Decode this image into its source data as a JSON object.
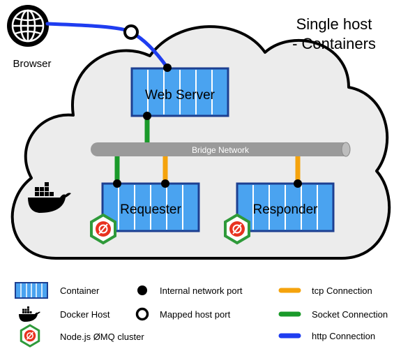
{
  "title_lines": [
    "Single host",
    "- Containers"
  ],
  "browser_label": "Browser",
  "bridge_label": "Bridge Network",
  "containers": {
    "web_server": "Web Server",
    "requester": "Requester",
    "responder": "Responder"
  },
  "legend": {
    "container": "Container",
    "docker_host": "Docker Host",
    "nodejs_cluster": "Node.js ØMQ cluster",
    "internal_port": "Internal network port",
    "mapped_port": "Mapped host port",
    "tcp": "tcp Connection",
    "socket": "Socket Connection",
    "http": "http Connection"
  },
  "colors": {
    "container_fill": "#4aa3f0",
    "container_border": "#1d3f91",
    "cloud_fill": "#ececec",
    "bridge": "#9a9a9a",
    "tcp": "#f5a30c",
    "socket": "#1a9a2a",
    "http": "#1f3df0",
    "zmq_hex": "#2f9a3a",
    "zmq_circle": "#e8321f"
  },
  "icons": [
    "globe-icon",
    "docker-whale-icon",
    "zmq-cluster-icon",
    "container-icon"
  ]
}
